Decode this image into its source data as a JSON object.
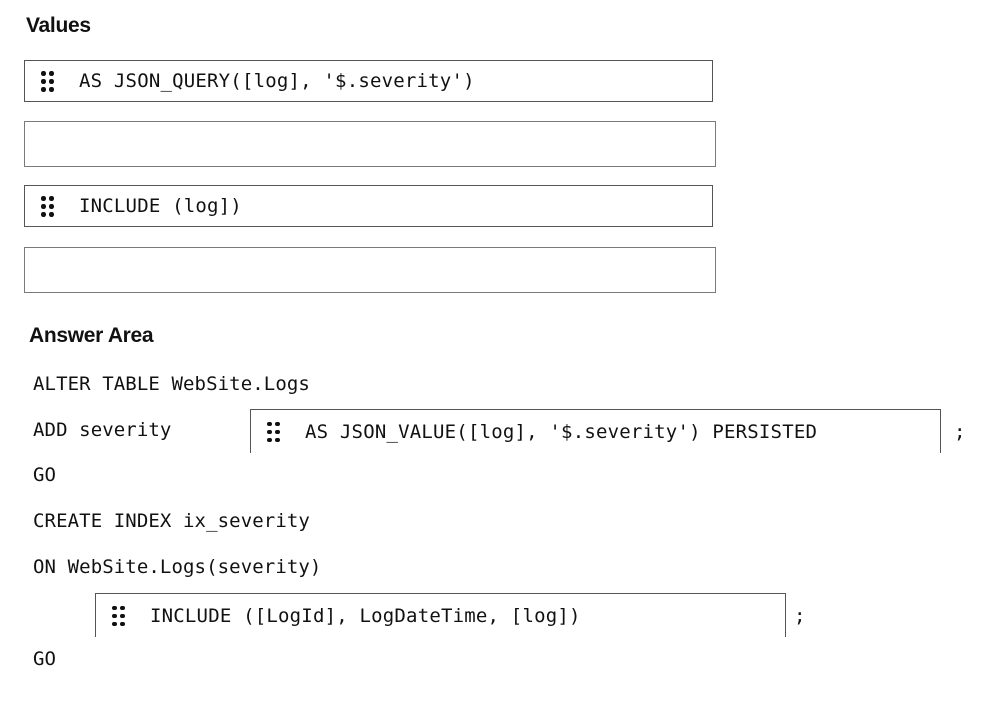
{
  "values": {
    "heading": "Values",
    "items": [
      {
        "text": "AS JSON_QUERY([log], '$.severity')"
      },
      {
        "text": ""
      },
      {
        "text": "INCLUDE (log])"
      },
      {
        "text": ""
      }
    ]
  },
  "answer_area": {
    "heading": "Answer Area",
    "lines": [
      "ALTER TABLE WebSite.Logs",
      "ADD severity",
      "GO",
      "CREATE INDEX ix_severity",
      "ON WebSite.Logs(severity)",
      "GO"
    ],
    "slot1": {
      "text": "AS JSON_VALUE([log], '$.severity') PERSISTED",
      "suffix": ";"
    },
    "slot2": {
      "text": "INCLUDE ([LogId], LogDateTime, [log])",
      "suffix": ";"
    }
  }
}
